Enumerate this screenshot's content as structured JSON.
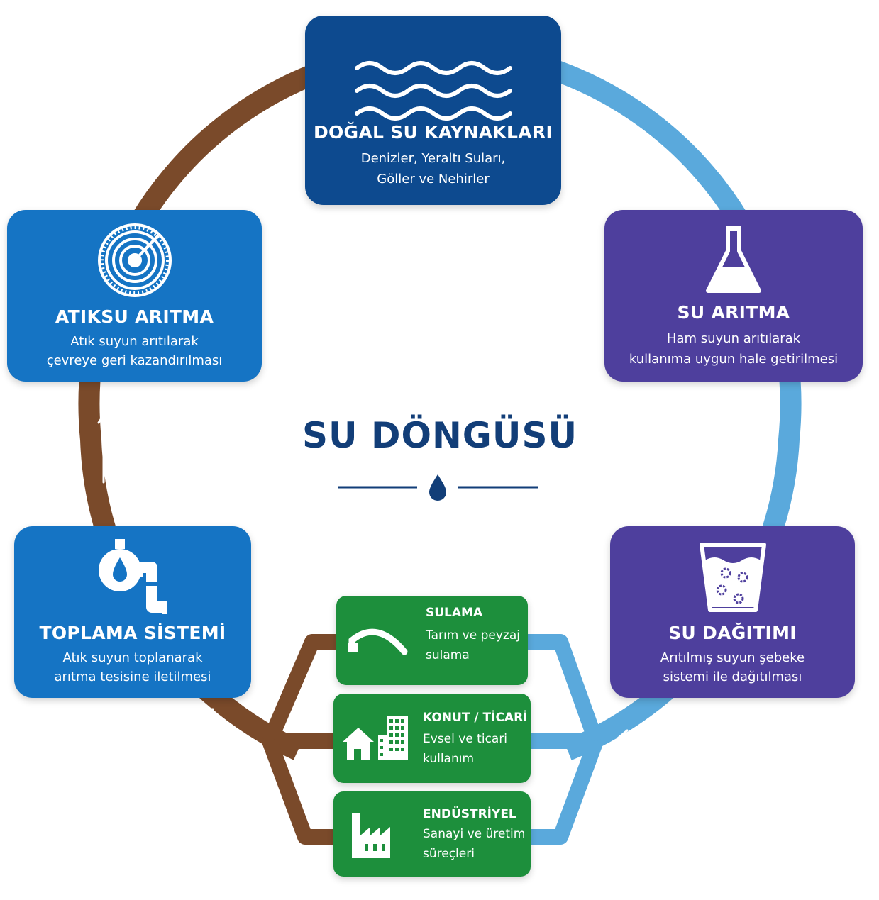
{
  "title": "SU DÖNGÜSÜ",
  "colors": {
    "navy": "#0d4a8f",
    "purple": "#4e3f9d",
    "blue": "#1574c4",
    "green": "#1d8f3c",
    "light_blue_path": "#5aa9dc",
    "brown_path": "#7a4a2a"
  },
  "stages": {
    "dogal": {
      "icon": "waves-icon",
      "title": "DOĞAL SU KAYNAKLARI",
      "desc1": "Denizler, Yeraltı Suları,",
      "desc2": "Göller ve Nehirler"
    },
    "aritma": {
      "icon": "flask-icon",
      "title": "SU ARITMA",
      "desc1": "Ham suyun arıtılarak",
      "desc2": "kullanıma uygun hale getirilmesi"
    },
    "dagitim": {
      "icon": "water-glass-icon",
      "title": "SU DAĞITIMI",
      "desc1": "Arıtılmış suyun şebeke",
      "desc2": "sistemi ile dağıtılması"
    },
    "toplama": {
      "icon": "pipe-drop-icon",
      "title": "TOPLAMA SİSTEMİ",
      "desc1": "Atık suyun toplanarak",
      "desc2": "arıtma tesisine iletilmesi"
    },
    "atiksu": {
      "icon": "target-icon",
      "title": "ATIKSU ARITMA",
      "desc1": "Atık suyun arıtılarak",
      "desc2": "çevreye geri kazandırılması"
    }
  },
  "uses": {
    "sulama": {
      "icon": "sprinkler-icon",
      "title": "SULAMA",
      "desc1": "Tarım ve peyzaj",
      "desc2": "sulama"
    },
    "konut": {
      "icon": "house-building-icon",
      "title": "KONUT / TİCARİ",
      "desc1": "Evsel ve ticari",
      "desc2": "kullanım"
    },
    "endustri": {
      "icon": "factory-icon",
      "title": "ENDÜSTRİYEL",
      "desc1": "Sanayi ve üretim",
      "desc2": "süreçleri"
    }
  }
}
